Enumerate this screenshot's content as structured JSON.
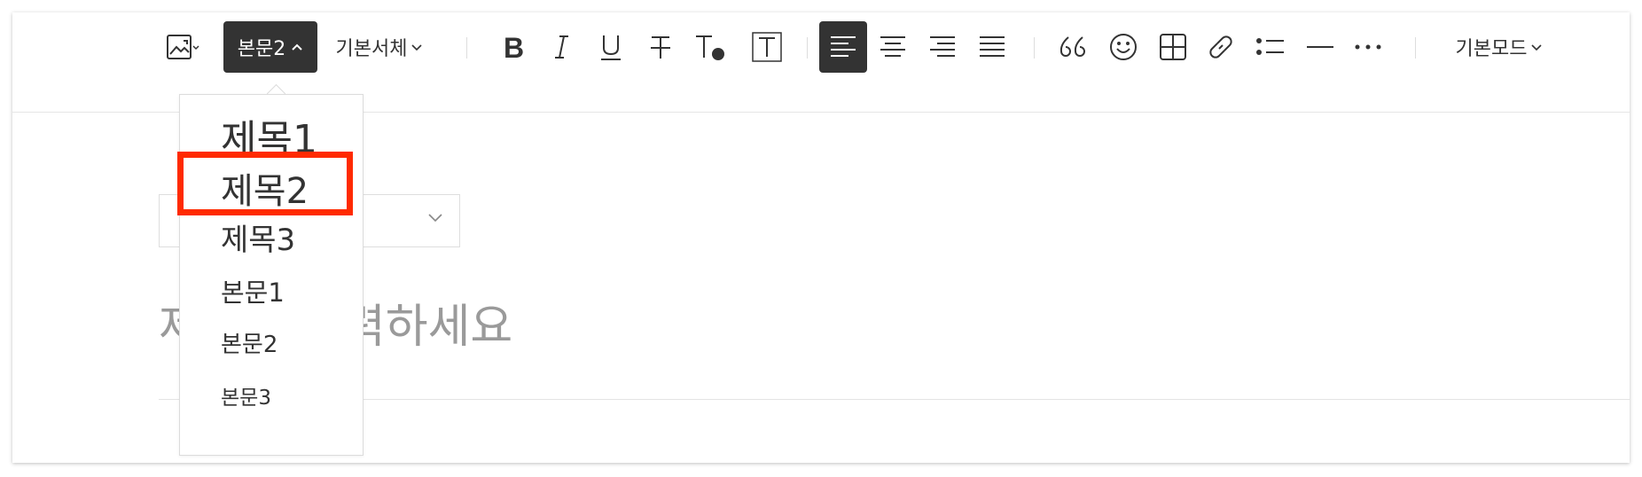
{
  "toolbar": {
    "paragraph_style": "본문2",
    "font_family": "기본서체",
    "mode": "기본모드",
    "icons": [
      "image-icon",
      "bold-icon",
      "italic-icon",
      "underline-icon",
      "strikethrough-icon",
      "text-color-icon",
      "text-background-icon",
      "align-left-icon",
      "align-center-icon",
      "align-right-icon",
      "align-justify-icon",
      "quote-icon",
      "emoji-icon",
      "table-icon",
      "link-icon",
      "list-icon",
      "horizontal-line-icon",
      "more-icon"
    ],
    "active_color": "#333333"
  },
  "editor": {
    "title_placeholder": "제목을 입력하세요"
  },
  "dropdown": {
    "items": [
      "제목1",
      "제목2",
      "제목3",
      "본문1",
      "본문2",
      "본문3"
    ],
    "highlighted": "제목2",
    "highlight_color": "#ff2a00"
  }
}
